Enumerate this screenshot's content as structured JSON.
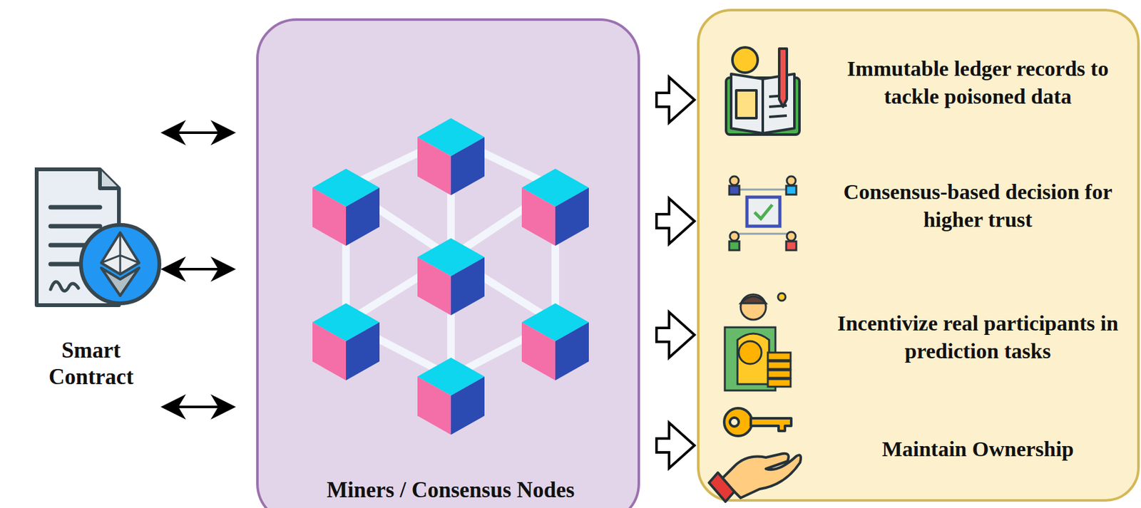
{
  "diagram": {
    "nodes": [
      {
        "text": [
          "Smart Contract"
        ]
      },
      {
        "text": [
          "Miners / Consensus Nodes"
        ]
      },
      {
        "text": [
          "Immutable ledger records to tackle poisoned data",
          "Consensus-based decision for higher trust",
          "Incentivize real participants in prediction tasks",
          "Maintain Ownership"
        ]
      }
    ],
    "edges": [
      {
        "from": 0,
        "to": 1,
        "arrow": "both"
      },
      {
        "from": 0,
        "to": 1,
        "arrow": "both"
      },
      {
        "from": 0,
        "to": 1,
        "arrow": "both"
      },
      {
        "from": 1,
        "to": 2,
        "arrow": "to"
      },
      {
        "from": 1,
        "to": 2,
        "arrow": "to"
      },
      {
        "from": 1,
        "to": 2,
        "arrow": "to"
      },
      {
        "from": 1,
        "to": 2,
        "arrow": "to"
      }
    ]
  }
}
